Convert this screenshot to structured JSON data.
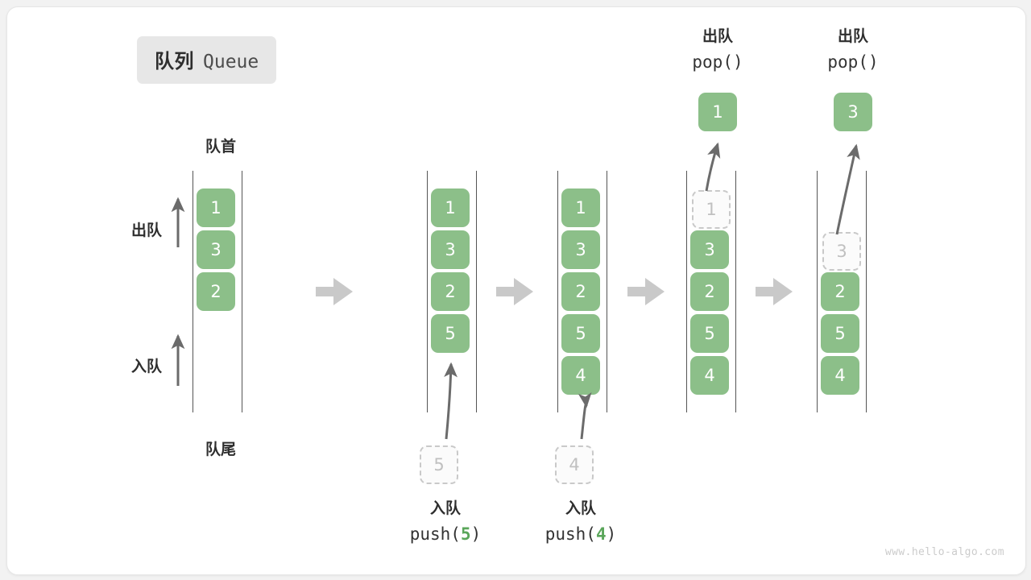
{
  "title": {
    "cn": "队列",
    "en": "Queue"
  },
  "labels": {
    "front": "队首",
    "rear": "队尾",
    "dequeue": "出队",
    "enqueue": "入队"
  },
  "colors": {
    "cell_fill": "#8cbf89",
    "cell_text": "#ffffff",
    "ghost_border": "#c9c9c9",
    "ghost_text": "#c0c0c0",
    "rail": "#555555",
    "arrow": "#6b6b6b",
    "step_arrow": "#cccccc",
    "badge_bg": "#e7e7e7",
    "accent_green": "#5aa65a"
  },
  "watermark": "www.hello-algo.com",
  "columns": [
    {
      "id": "col-initial",
      "cells": [
        {
          "value": "1",
          "state": "filled"
        },
        {
          "value": "3",
          "state": "filled"
        },
        {
          "value": "2",
          "state": "filled"
        }
      ],
      "side_labels": [
        {
          "text": "出队",
          "arrow": "up"
        },
        {
          "text": "入队",
          "arrow": "up"
        }
      ],
      "top_label": "队首",
      "bottom_label": "队尾"
    },
    {
      "id": "col-push-5",
      "cells": [
        {
          "value": "1",
          "state": "filled"
        },
        {
          "value": "3",
          "state": "filled"
        },
        {
          "value": "2",
          "state": "filled"
        },
        {
          "value": "5",
          "state": "filled"
        }
      ],
      "incoming": {
        "value": "5",
        "state": "ghost"
      },
      "caption": {
        "line1": "入队",
        "fn": "push(",
        "arg": "5",
        "fn_end": ")"
      }
    },
    {
      "id": "col-push-4",
      "cells": [
        {
          "value": "1",
          "state": "filled"
        },
        {
          "value": "3",
          "state": "filled"
        },
        {
          "value": "2",
          "state": "filled"
        },
        {
          "value": "5",
          "state": "filled"
        },
        {
          "value": "4",
          "state": "filled"
        }
      ],
      "incoming": {
        "value": "4",
        "state": "ghost"
      },
      "caption": {
        "line1": "入队",
        "fn": "push(",
        "arg": "4",
        "fn_end": ")"
      }
    },
    {
      "id": "col-pop-1",
      "cells": [
        {
          "value": "1",
          "state": "ghost"
        },
        {
          "value": "3",
          "state": "filled"
        },
        {
          "value": "2",
          "state": "filled"
        },
        {
          "value": "5",
          "state": "filled"
        },
        {
          "value": "4",
          "state": "filled"
        }
      ],
      "popped": {
        "value": "1",
        "state": "filled"
      },
      "caption": {
        "line1": "出队",
        "line2": "pop()"
      }
    },
    {
      "id": "col-pop-3",
      "cells": [
        {
          "value": "",
          "state": "empty"
        },
        {
          "value": "3",
          "state": "ghost"
        },
        {
          "value": "2",
          "state": "filled"
        },
        {
          "value": "5",
          "state": "filled"
        },
        {
          "value": "4",
          "state": "filled"
        }
      ],
      "popped": {
        "value": "3",
        "state": "filled"
      },
      "caption": {
        "line1": "出队",
        "line2": "pop()"
      }
    }
  ],
  "step_arrows": [
    {
      "from": "col-initial",
      "to": "col-push-5"
    },
    {
      "from": "col-push-5",
      "to": "col-push-4"
    },
    {
      "from": "col-push-4",
      "to": "col-pop-1"
    },
    {
      "from": "col-pop-1",
      "to": "col-pop-3"
    }
  ]
}
